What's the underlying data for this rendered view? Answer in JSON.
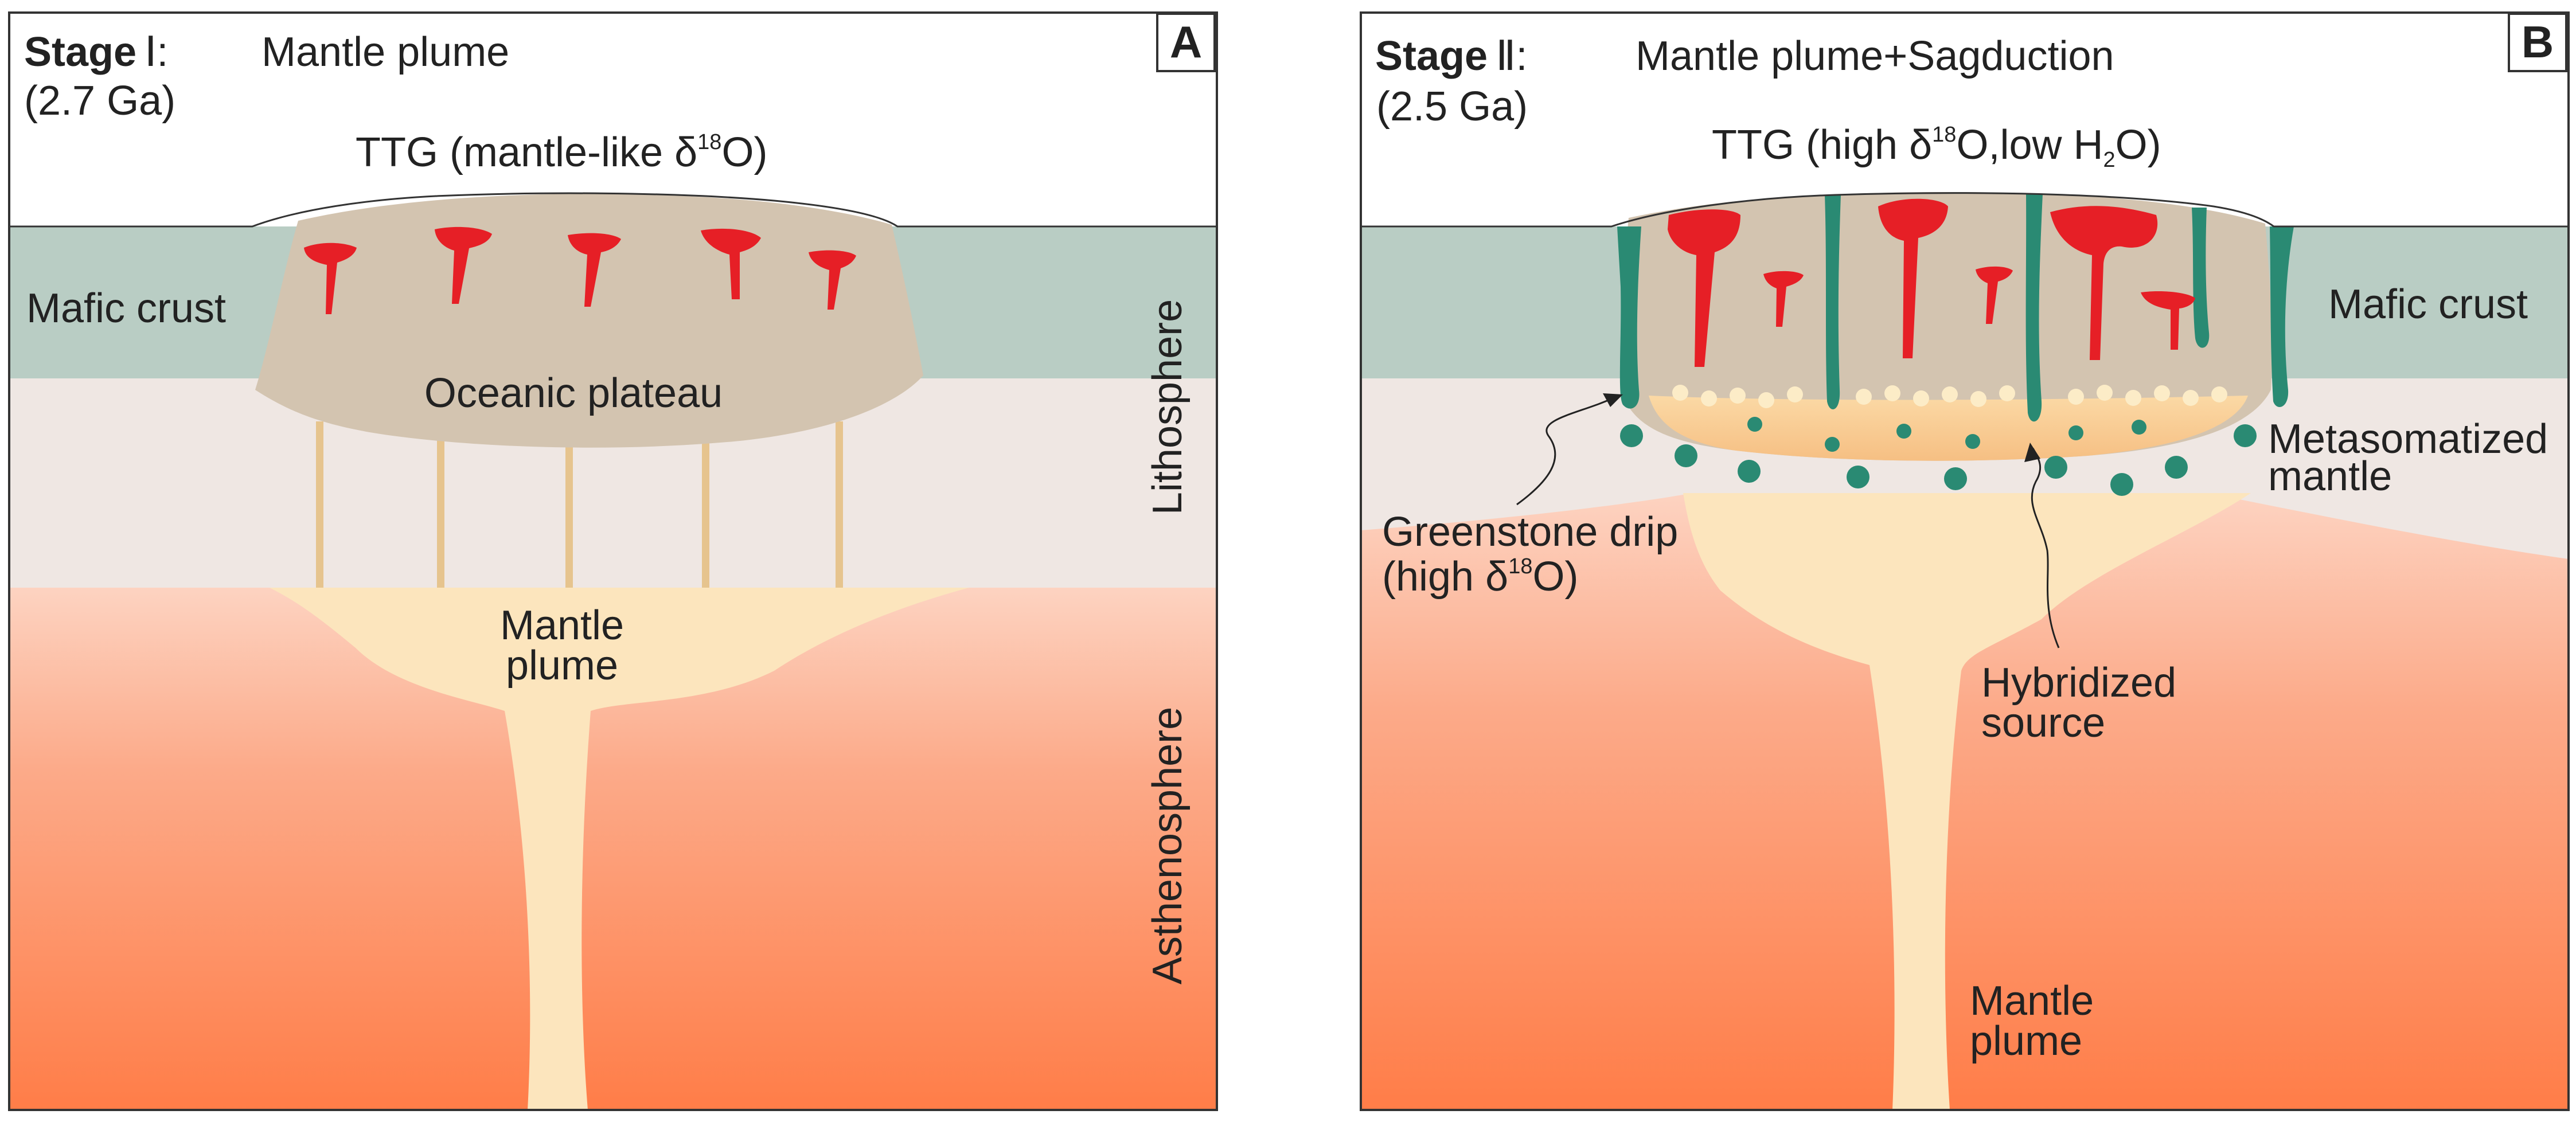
{
  "panel_a": {
    "letter": "A",
    "stage_bold": "Stage",
    "stage_numeral": "Ⅰ:",
    "stage_title": "Mantle plume",
    "age": "(2.7 Ga)",
    "ttg_prefix": "TTG (mantle-like δ",
    "ttg_sup": "18",
    "ttg_suffix": "O)",
    "mafic_crust": "Mafic crust",
    "oceanic_plateau": "Oceanic plateau",
    "plume_line1": "Mantle",
    "plume_line2": "plume",
    "lithosphere": "Lithosphere",
    "asthenosphere": "Asthenosphere"
  },
  "panel_b": {
    "letter": "B",
    "stage_bold": "Stage",
    "stage_numeral": "Ⅱ:",
    "stage_title": "Mantle plume+Sagduction",
    "age": "(2.5 Ga)",
    "ttg_prefix": "TTG (high δ",
    "ttg_sup": "18",
    "ttg_mid": "O,low H",
    "ttg_sub": "2",
    "ttg_suffix": "O)",
    "mafic_crust": "Mafic crust",
    "metasomatized_line1": "Metasomatized",
    "metasomatized_line2": "mantle",
    "greenstone_line1": "Greenstone drip",
    "greenstone_line2_prefix": "(high δ",
    "greenstone_sup": "18",
    "greenstone_line2_suffix": "O)",
    "hybridized_line1": "Hybridized",
    "hybridized_line2": "source",
    "plume_line1": "Mantle",
    "plume_line2": "plume"
  },
  "colors": {
    "mafic_crust": "#b9cdc4",
    "lithosphere": "#efe6e2",
    "plateau": "#d3c4b0",
    "plume": "#fce5bd",
    "asthenosphere_top": "#fdd0bd",
    "asthenosphere_bottom": "#ff7f4a",
    "ttg_red": "#e61f26",
    "greenstone": "#2a8a73",
    "conduit": "#e6c48e",
    "hybrid_zone": "#f9c889"
  }
}
